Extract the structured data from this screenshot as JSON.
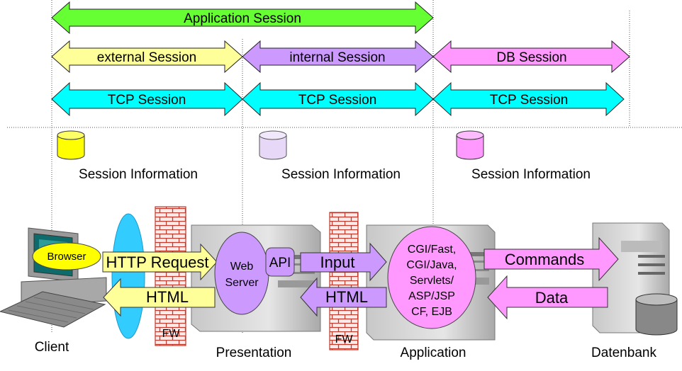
{
  "sessions": {
    "application": "Application Session",
    "external": "external Session",
    "internal": "internal Session",
    "db": "DB Session",
    "tcp1": "TCP Session",
    "tcp2": "TCP Session",
    "tcp3": "TCP Session"
  },
  "session_info": {
    "client": "Session Information",
    "presentation": "Session Information",
    "application": "Session Information"
  },
  "components": {
    "browser": "Browser",
    "web_server_line1": "Web",
    "web_server_line2": "Server",
    "api": "API",
    "app_lines": [
      "CGI/Fast,",
      "CGI/Java,",
      "Servlets/",
      "ASP/JSP",
      "CF, EJB"
    ],
    "firewall1": "FW",
    "firewall2": "FW"
  },
  "flows": {
    "http_request": "HTTP Request",
    "html1": "HTML",
    "input": "Input",
    "html2": "HTML",
    "commands": "Commands",
    "data": "Data"
  },
  "tiers": {
    "client": "Client",
    "presentation": "Presentation",
    "application": "Application",
    "database": "Datenbank"
  },
  "colors": {
    "application_session": "#66ff33",
    "external_session": "#ffff99",
    "internal_session": "#cc99ff",
    "db_session": "#ff99ff",
    "tcp_session": "#00ffff",
    "client_cylinder": "#ffff00",
    "presentation_cylinder": "#e8d8f8",
    "application_cylinder": "#ff99ff",
    "firewall_brick": "#c0392b",
    "db_drum": "#888888",
    "lens": "#33ccff"
  }
}
